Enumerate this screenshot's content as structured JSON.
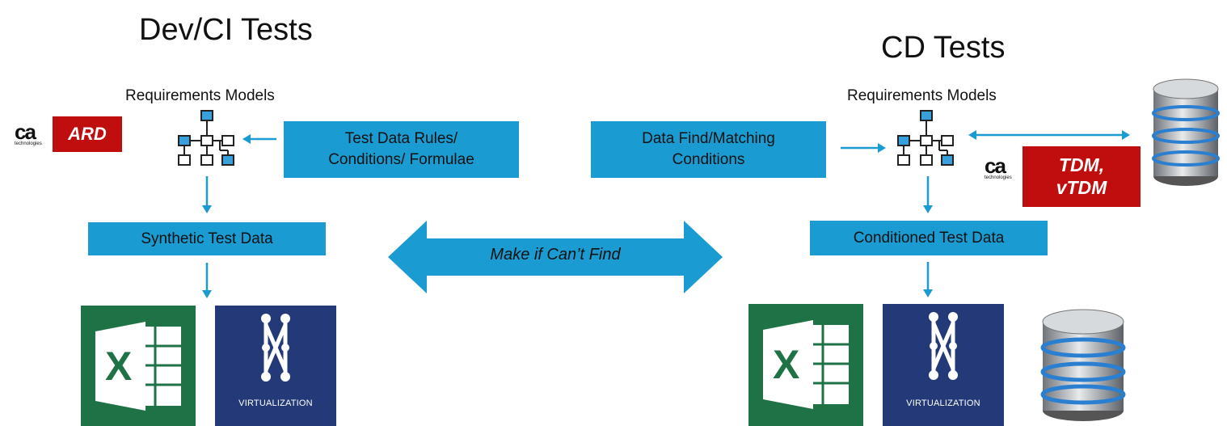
{
  "left": {
    "title": "Dev/CI Tests",
    "req_models_label": "Requirements Models",
    "rules_box": [
      "Test Data Rules/",
      "Conditions/ Formulae"
    ],
    "output_box": "Synthetic Test Data",
    "tool_badge": {
      "vendor": "ca",
      "vendor_sub": "technologies",
      "product": "ARD"
    }
  },
  "right": {
    "title": "CD Tests",
    "req_models_label": "Requirements Models",
    "rules_box": [
      "Data Find/Matching",
      "Conditions"
    ],
    "output_box": "Conditioned Test Data",
    "tool_badge": {
      "vendor": "ca",
      "vendor_sub": "technologies",
      "product": [
        "TDM,",
        "vTDM"
      ]
    }
  },
  "center_arrow_label": "Make if Can’t Find",
  "icons": {
    "excel_letter": "X",
    "virtualization_label": "VIRTUALIZATION"
  },
  "colors": {
    "box_blue": "#1a9bd1",
    "arrow_blue": "#1a9bd1",
    "ca_red": "#c00d0d",
    "excel_green": "#1f7246",
    "virtualization_navy": "#243a78"
  }
}
